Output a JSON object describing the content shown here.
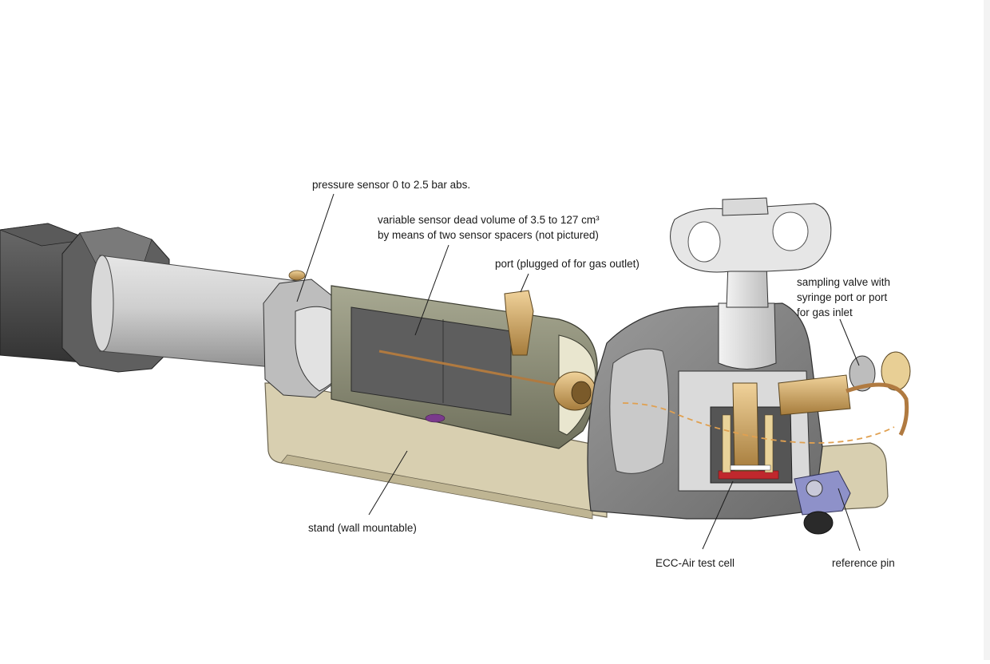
{
  "labels": {
    "pressure_sensor": "pressure sensor 0 to 2.5 bar abs.",
    "dead_volume_line1": "variable sensor dead volume of 3.5 to 127 cm³",
    "dead_volume_line2": "by means of two sensor spacers (not pictured)",
    "port": "port (plugged of for gas outlet)",
    "sampling_valve_line1": "sampling valve with",
    "sampling_valve_line2": "syringe port or port",
    "sampling_valve_line3": "for gas inlet",
    "stand": "stand (wall mountable)",
    "test_cell": "ECC-Air test cell",
    "reference_pin": "reference pin"
  },
  "colors": {
    "motor_dark": "#4a4a4a",
    "cylinder_grey": "#c8c8c8",
    "housing_olive": "#8e8f78",
    "stand_beige": "#d8cfb0",
    "brass": "#c9a46a",
    "gasket_red": "#c0282d",
    "reference_blue": "#8e91c9",
    "dashed_orange": "#e0a050"
  }
}
